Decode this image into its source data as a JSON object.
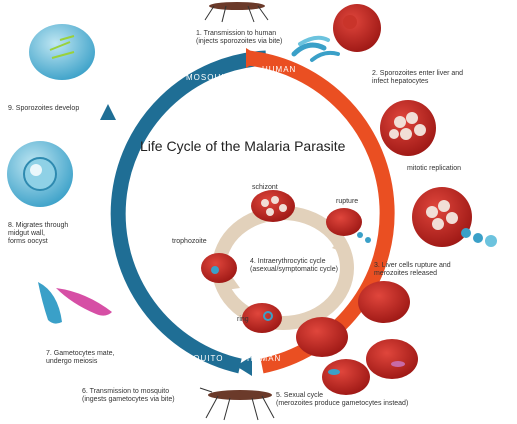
{
  "title": "Life Cycle of the Malaria Parasite",
  "colors": {
    "mosquito_ring": "#1f6e95",
    "human_ring": "#ea4f22",
    "inner_ring": "#e2d1bb",
    "rbc": "#b51f1b",
    "parasite": "#3aa0c8"
  },
  "ring_labels": {
    "mosquito_top": "MOSQUITO",
    "human_top": "HUMAN",
    "mosquito_bottom": "MOSQUITO",
    "human_bottom": "HUMAN"
  },
  "steps": [
    {
      "line1": "1. Transmission to human",
      "line2": "(injects sporozoites via bite)"
    },
    {
      "line1": "2. Sporozoites enter liver and",
      "line2": "infect hepatocytes"
    },
    {
      "line1": "mitotic replication",
      "line2": ""
    },
    {
      "line1": "3. Liver cells rupture and",
      "line2": "merozoites released"
    },
    {
      "line1": "5. Sexual cycle",
      "line2": "(merozoites produce gametocytes instead)"
    },
    {
      "line1": "6. Transmission to mosquito",
      "line2": "(ingests gametocytes via bite)"
    },
    {
      "line1": "7. Gametocytes mate,",
      "line2": "undergo meiosis"
    },
    {
      "line1": "8. Migrates through",
      "line2": "midgut wall,",
      "line3": "forms oocyst"
    },
    {
      "line1": "9. Sporozoites develop",
      "line2": ""
    }
  ],
  "inner_cycle": {
    "schizont": "schizont",
    "rupture": "rupture",
    "trophozoite": "trophozoite",
    "ring": "ring",
    "line1": "4. Intraerythrocytic cycle",
    "line2": "(asexual/symptomatic cycle)"
  }
}
